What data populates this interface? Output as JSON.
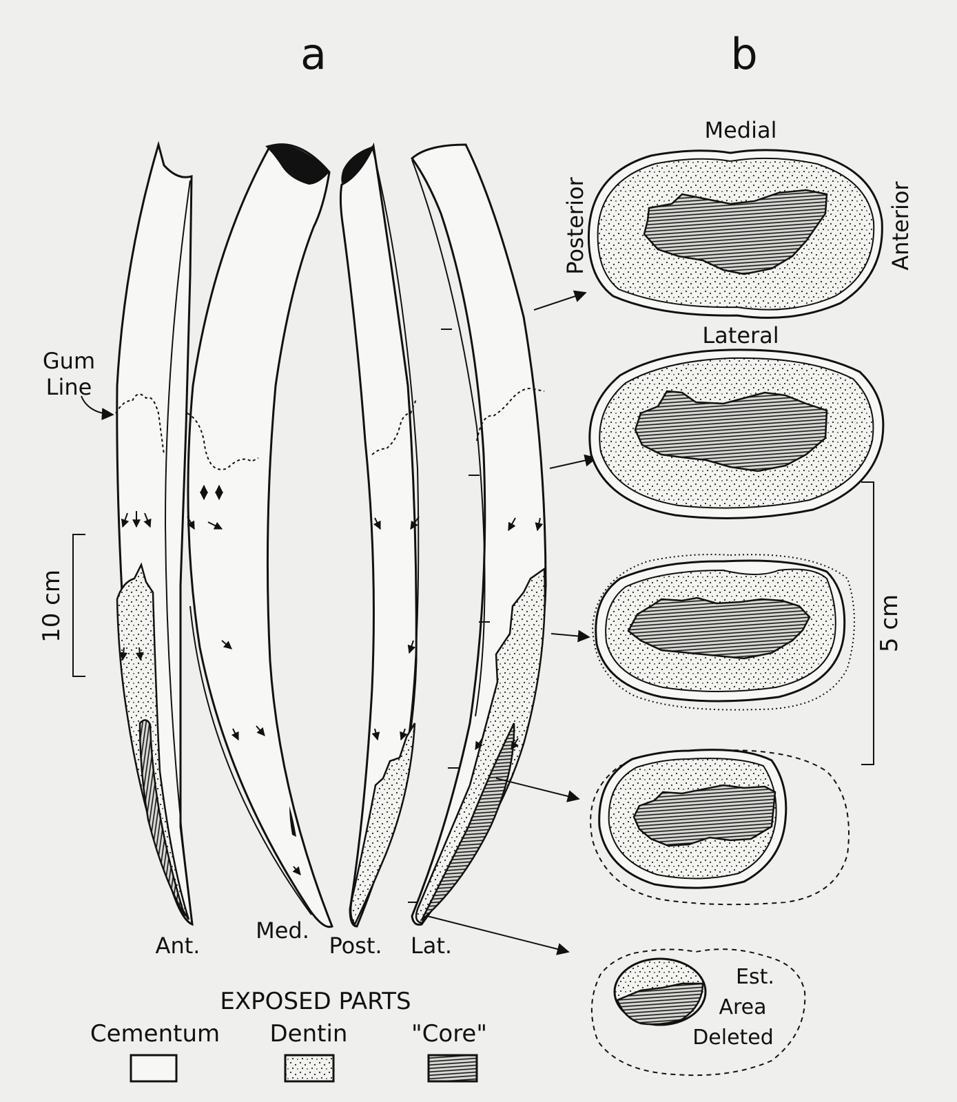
{
  "panel_a_label": "a",
  "panel_b_label": "b",
  "tooth_views": {
    "ant": "Ant.",
    "med": "Med.",
    "post": "Post.",
    "lat": "Lat."
  },
  "gum_line": [
    "Gum",
    "Line"
  ],
  "scale_a": "10 cm",
  "scale_b": "5 cm",
  "orientation": {
    "medial": "Medial",
    "lateral": "Lateral",
    "posterior": "Posterior",
    "anterior": "Anterior"
  },
  "deleted_area": [
    "Est.",
    "Area",
    "Deleted"
  ],
  "legend": {
    "title": "EXPOSED PARTS",
    "items": [
      {
        "label": "Cementum",
        "fill": "blank"
      },
      {
        "label": "Dentin",
        "fill": "stipple"
      },
      {
        "label": "\"Core\"",
        "fill": "hatch"
      }
    ]
  }
}
